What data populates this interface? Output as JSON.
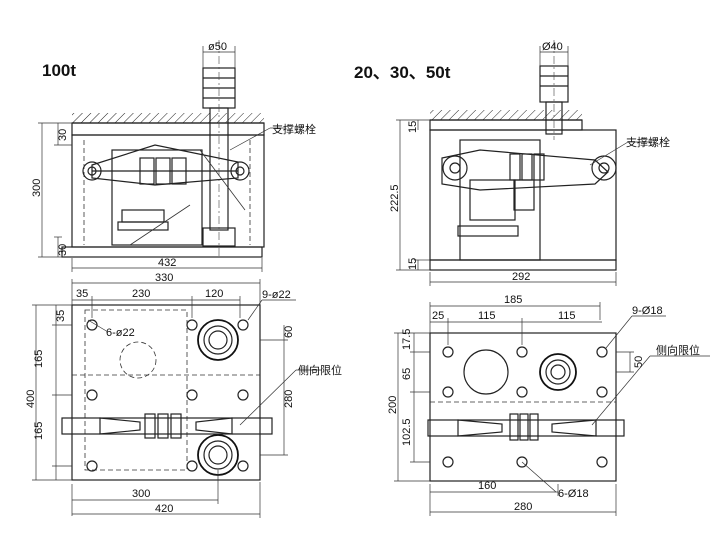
{
  "left_view": {
    "title": "100t",
    "elevation": {
      "bolt_dia": "ø50",
      "support_bolt_label": "支撑螺栓",
      "height_total": "300",
      "top_plate": "30",
      "bottom_plate": "30",
      "width": "432"
    },
    "plan": {
      "width_top": "330",
      "dim_35": "35",
      "dim_230": "230",
      "dim_120": "120",
      "holes_9": "9-ø22",
      "holes_6": "6-ø22",
      "dim_35_v": "35",
      "dim_60": "60",
      "dim_165_a": "165",
      "dim_165_b": "165",
      "height_total": "400",
      "dim_280": "280",
      "side_limit_label": "侧向限位",
      "dim_300": "300",
      "dim_420": "420"
    }
  },
  "right_view": {
    "title": "20、30、50t",
    "elevation": {
      "bolt_dia": "Ø40",
      "support_bolt_label": "支撑螺栓",
      "height_total": "222.5",
      "top_plate": "15",
      "bottom_plate": "15",
      "width": "292"
    },
    "plan": {
      "dim_185": "185",
      "dim_25": "25",
      "dim_115_a": "115",
      "dim_115_b": "115",
      "holes_9": "9-Ø18",
      "dim_17_5": "17.5",
      "dim_50": "50",
      "side_limit_label": "侧向限位",
      "dim_65": "65",
      "height_total": "200",
      "dim_102_5": "102.5",
      "dim_160": "160",
      "holes_6": "6-Ø18",
      "dim_280": "280"
    }
  }
}
